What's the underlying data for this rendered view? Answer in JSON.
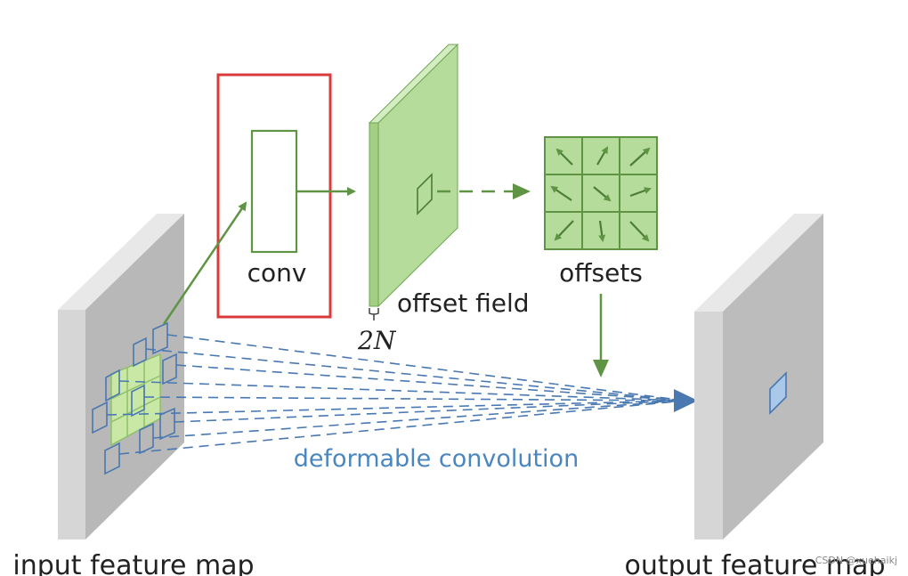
{
  "labels": {
    "conv": "conv",
    "offset_field": "offset field",
    "channels": "2N",
    "offsets": "offsets",
    "deformable_convolution": "deformable convolution",
    "input_feature_map": "input feature map",
    "output_feature_map": "output feature map",
    "watermark": "CSDN @xuehaikj"
  },
  "colors": {
    "green_fill": "#b5dc9a",
    "green_dark": "#5e9443",
    "red_box": "#d93b3b",
    "blue": "#4a78b0",
    "blue_text": "#4a86c0",
    "gray_front": "#d9d9d9",
    "gray_side": "#b5b5b5",
    "gray_top": "#e8e8e8"
  },
  "icons": {
    "offset_arrows": [
      "arrow-up-left",
      "arrow-up-right",
      "arrow-up-right",
      "arrow-left",
      "arrow-down-right",
      "arrow-right",
      "arrow-down-left",
      "arrow-down",
      "arrow-down-right"
    ]
  }
}
